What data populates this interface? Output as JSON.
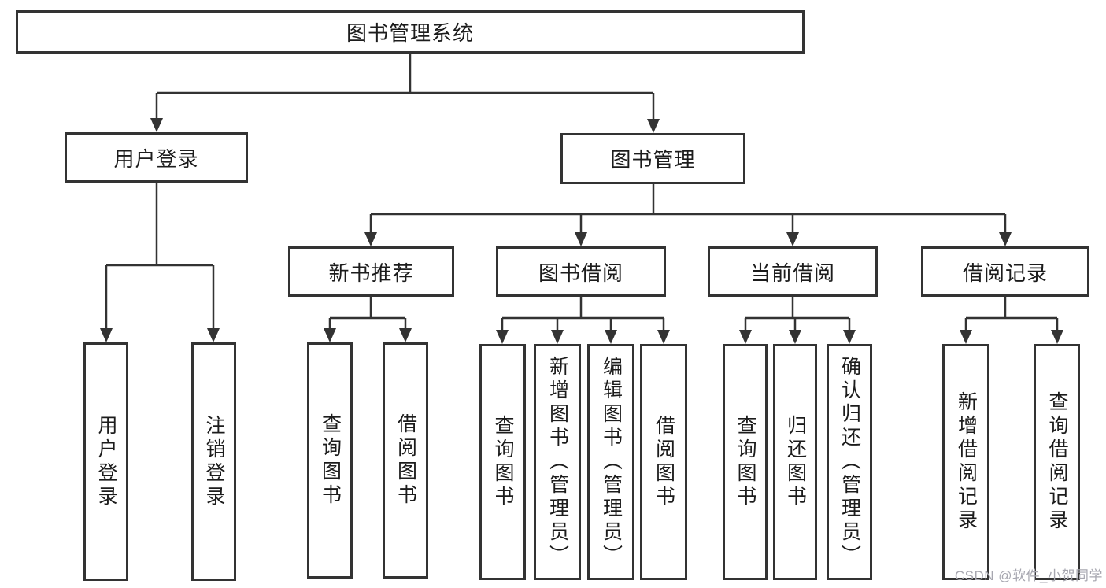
{
  "colors": {
    "line": "#333333",
    "box_border": "#333333",
    "text": "#1c1c1c",
    "watermark": "#a7a7b0",
    "background": "#ffffff"
  },
  "diagram": {
    "root": "图书管理系统",
    "level1": {
      "user_login": "用户登录",
      "book_mgmt": "图书管理"
    },
    "user_login_children": {
      "login": "用户登录",
      "logout": "注销登录"
    },
    "book_mgmt_children": {
      "new_rec": "新书推荐",
      "borrow": "图书借阅",
      "current": "当前借阅",
      "records": "借阅记录"
    },
    "new_rec_children": {
      "query": "查询图书",
      "borrow": "借阅图书"
    },
    "borrow_children": {
      "query": "查询图书",
      "add": "新增图书（管理员）",
      "edit": "编辑图书（管理员）",
      "borrow": "借阅图书"
    },
    "current_children": {
      "query": "查询图书",
      "return": "归还图书",
      "confirm": "确认归还（管理员）"
    },
    "records_children": {
      "add": "新增借阅记录",
      "query": "查询借阅记录"
    }
  },
  "watermark": "CSDN @软件_小贺同学"
}
